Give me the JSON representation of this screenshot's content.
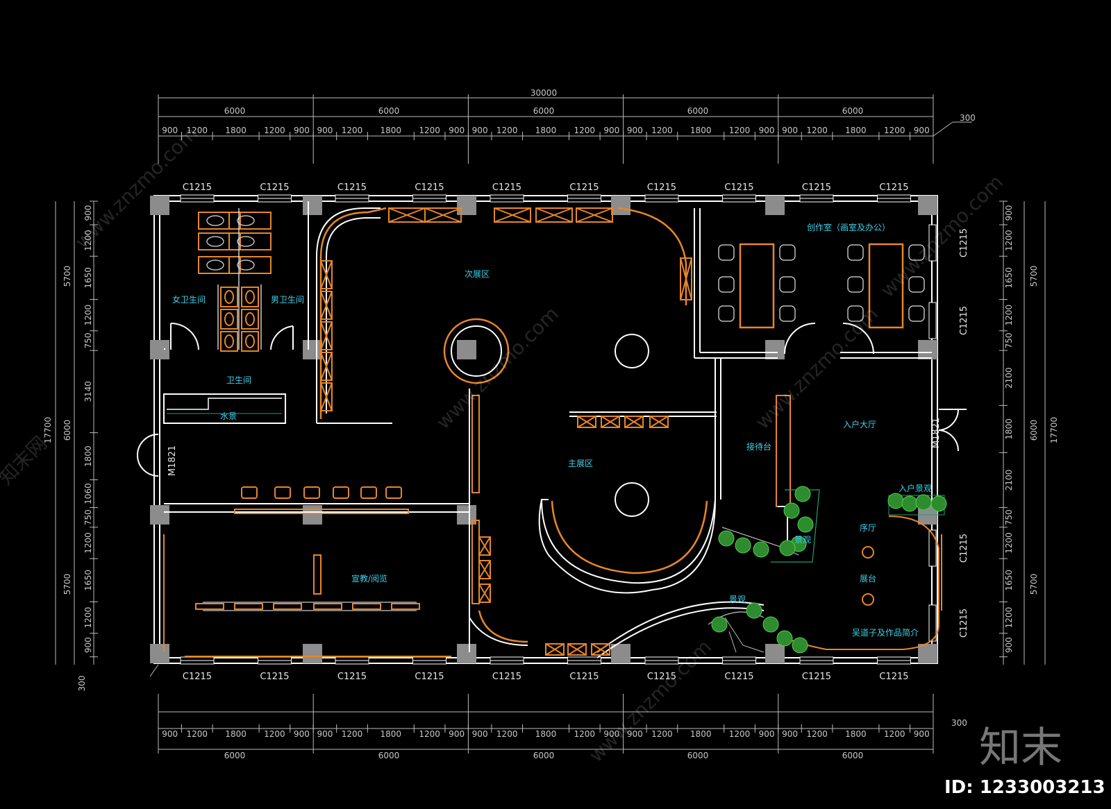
{
  "dimensions": {
    "overall_top": "30000",
    "top_segments": [
      "6000",
      "6000",
      "6000",
      "6000",
      "6000"
    ],
    "bottom_segments": [
      "6000",
      "6000",
      "6000",
      "6000",
      "6000"
    ],
    "top_sub": [
      "900",
      "1200",
      "1800",
      "1200",
      "900",
      "900",
      "1200",
      "1800",
      "1200",
      "900",
      "900",
      "1200",
      "1800",
      "1200",
      "900",
      "900",
      "1200",
      "1800",
      "1200",
      "900",
      "900",
      "1200",
      "1800",
      "1200",
      "900"
    ],
    "bottom_sub": [
      "900",
      "1200",
      "1800",
      "1200",
      "900",
      "900",
      "1200",
      "1800",
      "1200",
      "900",
      "900",
      "1200",
      "1800",
      "1200",
      "900",
      "900",
      "1200",
      "1800",
      "1200",
      "900",
      "900",
      "1200",
      "1800",
      "1200",
      "900"
    ],
    "corner_top_right": "300",
    "corner_bottom_right": "300",
    "corner_bottom_left": "300",
    "left_overall": "17700",
    "right_overall": "17700",
    "left_segments": [
      "5700",
      "6000",
      "5700"
    ],
    "right_segments": [
      "5700",
      "6000",
      "5700"
    ],
    "left_sub": [
      "900",
      "1200",
      "1650",
      "1200",
      "750",
      "3140",
      "1800",
      "1060",
      "750",
      "1200",
      "1650",
      "1200",
      "900"
    ],
    "right_sub": [
      "900",
      "1200",
      "1650",
      "1200",
      "750",
      "2100",
      "1800",
      "2100",
      "750",
      "1200",
      "1650",
      "1200",
      "900"
    ]
  },
  "windows": {
    "top": [
      "C1215",
      "C1215",
      "C1215",
      "C1215",
      "C1215",
      "C1215",
      "C1215",
      "C1215",
      "C1215",
      "C1215"
    ],
    "bottom": [
      "C1215",
      "C1215",
      "C1215",
      "C1215",
      "C1215",
      "C1215",
      "C1215",
      "C1215",
      "C1215",
      "C1215"
    ],
    "right": [
      "C1215",
      "C1215",
      "C1215",
      "C1215"
    ],
    "doors": [
      "M1821",
      "M1821"
    ]
  },
  "rooms": {
    "womens_wc": "女卫生间",
    "mens_wc": "男卫生间",
    "restroom": "卫生间",
    "water_feature": "水景",
    "secondary_exhibit": "次展区",
    "main_exhibit": "主展区",
    "studio": "创作室（画室及办公）",
    "entrance_hall": "入户大厅",
    "reception": "接待台",
    "entrance_landscape": "入户景观",
    "foyer": "序厅",
    "display_stand": "展台",
    "intro": "吴道子及作品简介",
    "lecture": "宣教/阅览",
    "landscape_a": "景观",
    "landscape_b": "景观"
  },
  "watermark": {
    "logo": "知末",
    "id": "ID: 1233003213",
    "site": "www.znzmo.com",
    "brand": "知末网"
  }
}
